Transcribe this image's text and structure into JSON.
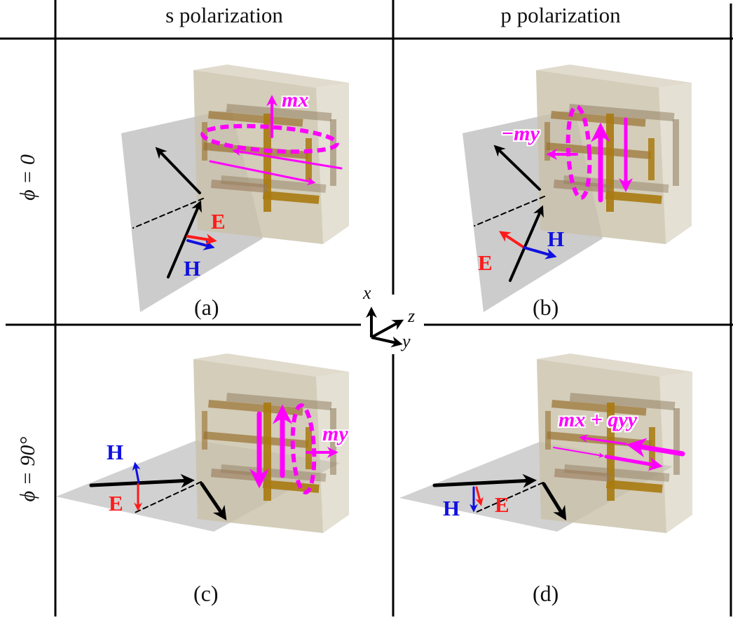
{
  "headers": {
    "col1": "s polarization",
    "col2": "p polarization"
  },
  "row_labels": {
    "row1": "ϕ = 0",
    "row2": "ϕ = 90°"
  },
  "axes": {
    "x": "x",
    "y": "y",
    "z": "z"
  },
  "panels": [
    {
      "id": "a",
      "label": "(a)",
      "multipole": "mx",
      "E_label": "E",
      "H_label": "H"
    },
    {
      "id": "b",
      "label": "(b)",
      "multipole": "−my",
      "E_label": "E",
      "H_label": "H"
    },
    {
      "id": "c",
      "label": "(c)",
      "multipole": "my",
      "E_label": "E",
      "H_label": "H"
    },
    {
      "id": "d",
      "label": "(d)",
      "multipole": "mx + qyy",
      "E_label": "E",
      "H_label": "H"
    }
  ],
  "colors": {
    "E_field": "#ff1a1a",
    "H_field": "#1010e0",
    "multipole": "#ff00ff",
    "slab": "#cdc6b0",
    "metal": "#a87a10",
    "plane": "#9a9a9a"
  }
}
